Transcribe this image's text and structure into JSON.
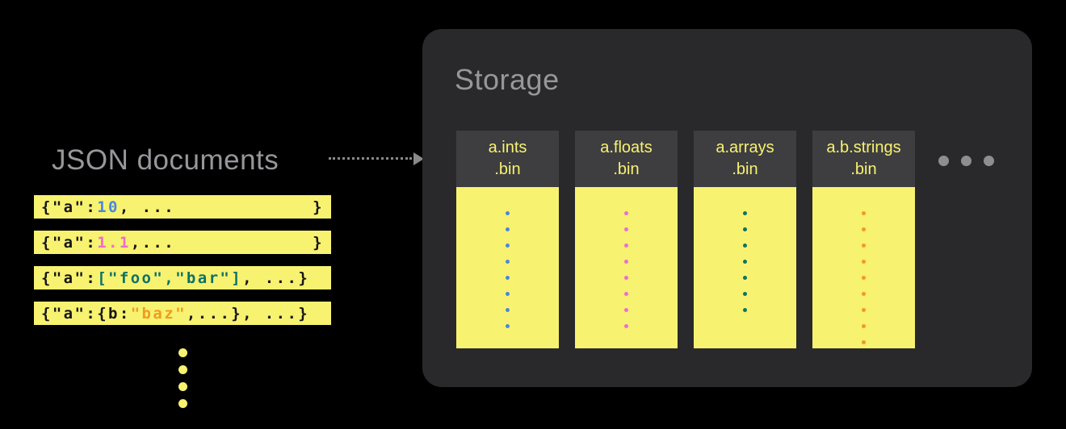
{
  "left": {
    "label": "JSON documents",
    "documents": [
      {
        "segments": [
          {
            "text": "{\"a\":",
            "color": "code"
          },
          {
            "text": "10",
            "color": "int"
          },
          {
            "text": ", ...",
            "color": "code"
          }
        ],
        "closing": "}"
      },
      {
        "segments": [
          {
            "text": "{\"a\":",
            "color": "code"
          },
          {
            "text": "1.1",
            "color": "float"
          },
          {
            "text": ",...",
            "color": "code"
          }
        ],
        "closing": "}"
      },
      {
        "segments": [
          {
            "text": "{\"a\":",
            "color": "code"
          },
          {
            "text": "[\"foo\",\"bar\"]",
            "color": "array"
          },
          {
            "text": ", ...}",
            "color": "code"
          }
        ],
        "closing": ""
      },
      {
        "segments": [
          {
            "text": "{\"a\":{b:",
            "color": "code"
          },
          {
            "text": "\"baz\"",
            "color": "string"
          },
          {
            "text": ",...}, ...}",
            "color": "code"
          }
        ],
        "closing": ""
      }
    ],
    "ellipsis_dot_count": 4
  },
  "storage": {
    "title": "Storage",
    "columns": [
      {
        "name": "a.ints",
        "ext": ".bin",
        "color_key": "int",
        "dot_count": 8
      },
      {
        "name": "a.floats",
        "ext": ".bin",
        "color_key": "float",
        "dot_count": 8
      },
      {
        "name": "a.arrays",
        "ext": ".bin",
        "color_key": "array",
        "dot_count": 7
      },
      {
        "name": "a.b.strings",
        "ext": ".bin",
        "color_key": "string",
        "dot_count": 9
      }
    ],
    "more_dot_count": 3
  },
  "colors": {
    "background": "#000000",
    "yellow": "#f8f271",
    "code": "#161616",
    "int": "#4a87dd",
    "float": "#ef6cd0",
    "array": "#0d7266",
    "string": "#f29b1d",
    "panel": "#29292c",
    "header": "#3e3e40",
    "label_gray": "#97979b",
    "arrow_gray": "#8a8a8a",
    "dots_gray": "#8e8e92"
  }
}
